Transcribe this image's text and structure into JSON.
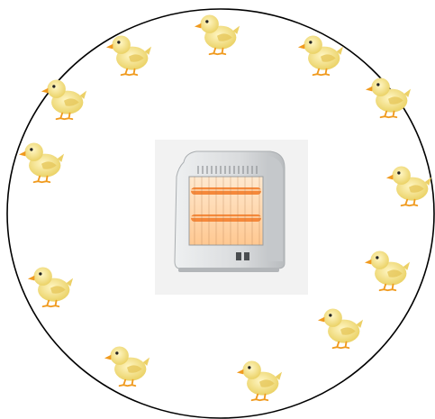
{
  "scene": {
    "enclosure": {
      "shape": "circle",
      "stroke_color": "#000000",
      "fill_color": "#ffffff"
    },
    "heater": {
      "icon": "space-heater-icon",
      "body_color": "#d9dbdd",
      "grille_color": "#8f9396",
      "element_color": "#f5883a",
      "glow_color": "#ffd2a0",
      "heating_elements": 2
    },
    "chicks": {
      "icon": "chick-icon",
      "count": 12,
      "body_color": "#f3df7a",
      "beak_feet_color": "#f09a1e",
      "eye_color": "#222222"
    }
  }
}
